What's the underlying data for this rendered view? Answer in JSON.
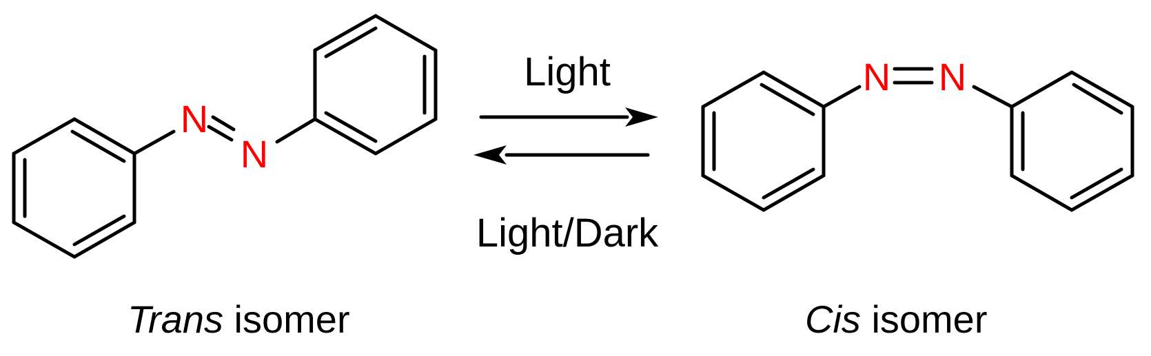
{
  "colors": {
    "bond": "#000000",
    "nitrogen": "#ff0000",
    "text": "#000000",
    "background": "#ffffff"
  },
  "trans": {
    "atom_n1": "N",
    "atom_n2": "N",
    "label_italic": "Trans",
    "label_rest": " isomer"
  },
  "cis": {
    "atom_n1": "N",
    "atom_n2": "N",
    "label_italic": "Cis",
    "label_rest": " isomer"
  },
  "forward_arrow_label": "Light",
  "reverse_arrow_label": "Light/Dark"
}
